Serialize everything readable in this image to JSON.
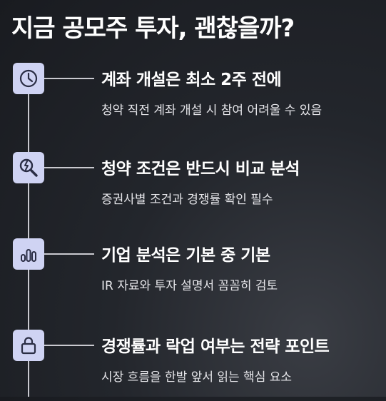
{
  "title": "지금 공모주 투자, 괜찮을까?",
  "colors": {
    "background": "#1e2025",
    "icon_bg": "#cfd3f3",
    "icon_stroke": "#2a2d44",
    "line": "#c9c9cf",
    "text": "#ffffff"
  },
  "items": [
    {
      "icon": "clock-icon",
      "title": "계좌 개설은 최소 2주 전에",
      "desc": "청약 직전 계좌 개설 시 참여 어려울 수 있음"
    },
    {
      "icon": "magnifier-icon",
      "title": "청약 조건은 반드시 비교 분석",
      "desc": "증권사별 조건과 경쟁률 확인 필수"
    },
    {
      "icon": "bar-chart-icon",
      "title": "기업 분석은 기본 중 기본",
      "desc": "IR 자료와 투자 설명서 꼼꼼히 검토"
    },
    {
      "icon": "lock-icon",
      "title": "경쟁률과 락업 여부는 전략 포인트",
      "desc": "시장 흐름을 한발 앞서 읽는 핵심 요소"
    }
  ]
}
